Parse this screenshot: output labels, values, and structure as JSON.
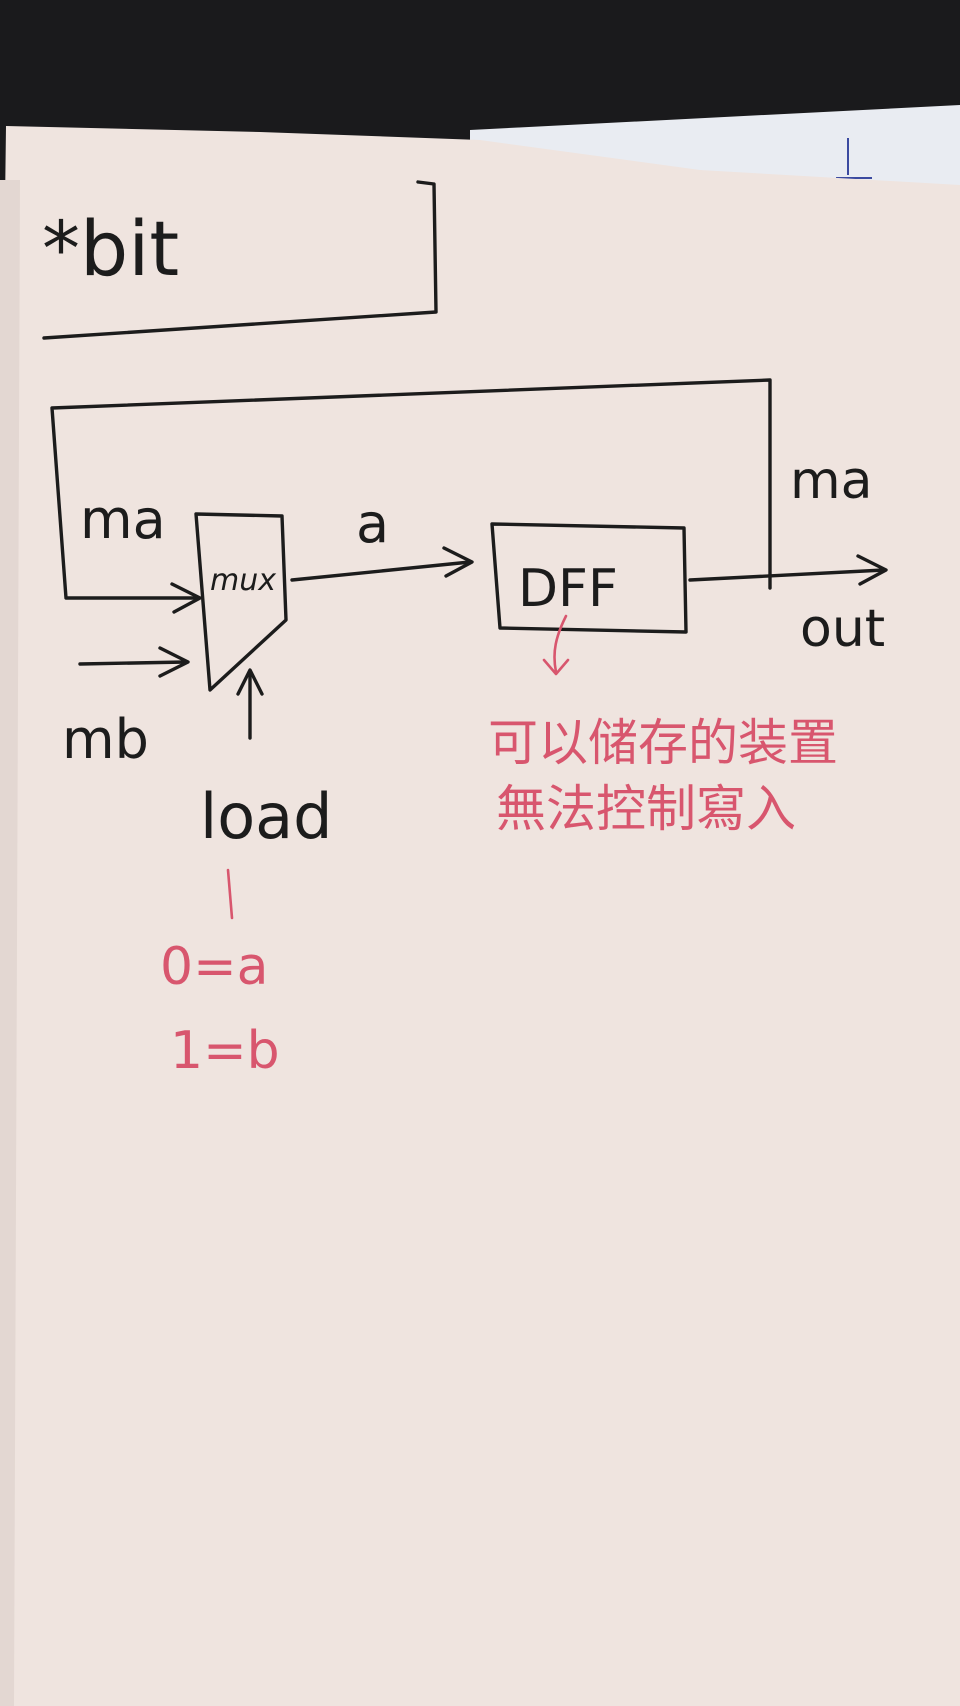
{
  "title": "*bit",
  "mux_label": "mux",
  "dff_label": "DFF",
  "inputs": {
    "feedback": "ma",
    "b": "mb",
    "select": "load"
  },
  "wire_a_label": "a",
  "feedback_label_right": "ma",
  "output_label": "out",
  "load_notes": [
    "0=a",
    "1=b"
  ],
  "dff_note_lines": [
    "可以储存的装置",
    "無法控制寫入"
  ],
  "colors": {
    "paper": "#efe4df",
    "ink": "#1c1c1c",
    "red_ink": "#d8566e",
    "background": "#1a1a1c"
  }
}
